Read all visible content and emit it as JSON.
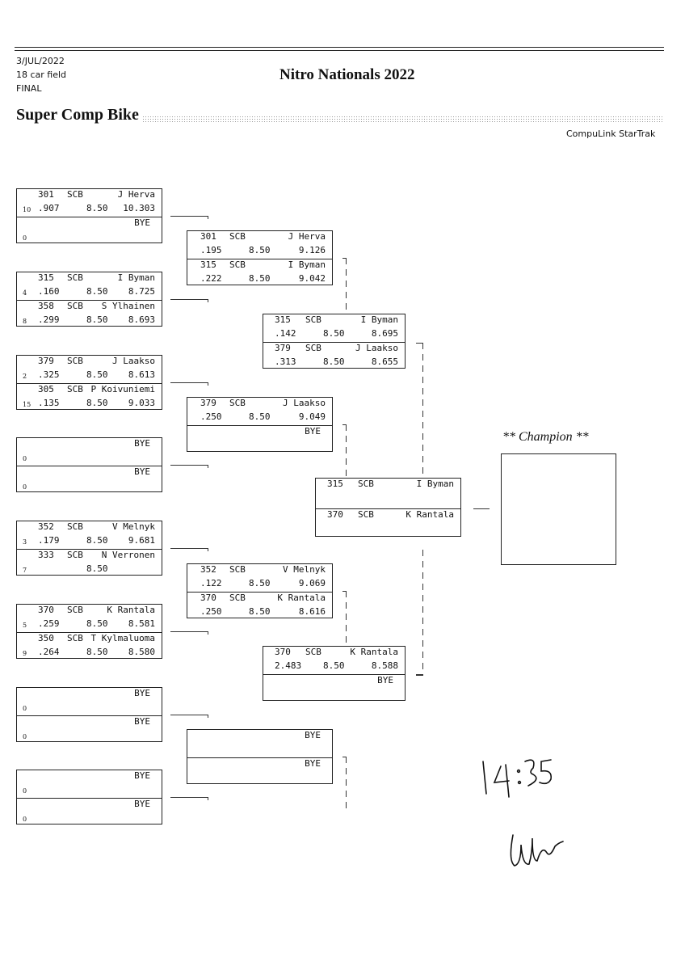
{
  "header": {
    "date": "3/JUL/2022",
    "field": "18 car field",
    "round": "FINAL",
    "title": "Nitro Nationals 2022",
    "event": "Super Comp Bike",
    "software": "CompuLink StarTrak"
  },
  "bye": "BYE",
  "r1": [
    {
      "a": {
        "num": "301",
        "cls": "SCB",
        "name": "J Herva",
        "seed": "10",
        "rt": ".907",
        "di": "8.50",
        "et": "10.303"
      },
      "b": {
        "bye": true,
        "seed": "0"
      }
    },
    {
      "a": {
        "num": "315",
        "cls": "SCB",
        "name": "I Byman",
        "seed": "4",
        "rt": ".160",
        "di": "8.50",
        "et": "8.725"
      },
      "b": {
        "num": "358",
        "cls": "SCB",
        "name": "S Ylhainen",
        "seed": "8",
        "rt": ".299",
        "di": "8.50",
        "et": "8.693"
      }
    },
    {
      "a": {
        "num": "379",
        "cls": "SCB",
        "name": "J Laakso",
        "seed": "2",
        "rt": ".325",
        "di": "8.50",
        "et": "8.613"
      },
      "b": {
        "num": "305",
        "cls": "SCB",
        "name": "P Koivuniemi",
        "seed": "15",
        "rt": ".135",
        "di": "8.50",
        "et": "9.033"
      }
    },
    {
      "a": {
        "bye": true,
        "seed": "0"
      },
      "b": {
        "bye": true,
        "seed": "0"
      }
    },
    {
      "a": {
        "num": "352",
        "cls": "SCB",
        "name": "V Melnyk",
        "seed": "3",
        "rt": ".179",
        "di": "8.50",
        "et": "9.681"
      },
      "b": {
        "num": "333",
        "cls": "SCB",
        "name": "N Verronen",
        "seed": "7",
        "rt": "",
        "di": "8.50",
        "et": ""
      }
    },
    {
      "a": {
        "num": "370",
        "cls": "SCB",
        "name": "K Rantala",
        "seed": "5",
        "rt": ".259",
        "di": "8.50",
        "et": "8.581"
      },
      "b": {
        "num": "350",
        "cls": "SCB",
        "name": "T Kylmaluoma",
        "seed": "9",
        "rt": ".264",
        "di": "8.50",
        "et": "8.580"
      }
    },
    {
      "a": {
        "bye": true,
        "seed": "0"
      },
      "b": {
        "bye": true,
        "seed": "0"
      }
    },
    {
      "a": {
        "bye": true,
        "seed": "0"
      },
      "b": {
        "bye": true,
        "seed": "0"
      }
    }
  ],
  "r2": [
    {
      "a": {
        "num": "301",
        "cls": "SCB",
        "name": "J Herva",
        "rt": ".195",
        "di": "8.50",
        "et": "9.126"
      },
      "b": {
        "num": "315",
        "cls": "SCB",
        "name": "I Byman",
        "rt": ".222",
        "di": "8.50",
        "et": "9.042"
      }
    },
    {
      "a": {
        "num": "379",
        "cls": "SCB",
        "name": "J Laakso",
        "rt": ".250",
        "di": "8.50",
        "et": "9.049"
      },
      "b": {
        "bye": true
      }
    },
    {
      "a": {
        "num": "352",
        "cls": "SCB",
        "name": "V Melnyk",
        "rt": ".122",
        "di": "8.50",
        "et": "9.069"
      },
      "b": {
        "num": "370",
        "cls": "SCB",
        "name": "K Rantala",
        "rt": ".250",
        "di": "8.50",
        "et": "8.616"
      }
    },
    {
      "a": {
        "bye": true
      },
      "b": {
        "bye": true
      }
    }
  ],
  "r3": [
    {
      "a": {
        "num": "315",
        "cls": "SCB",
        "name": "I Byman",
        "rt": ".142",
        "di": "8.50",
        "et": "8.695"
      },
      "b": {
        "num": "379",
        "cls": "SCB",
        "name": "J Laakso",
        "rt": ".313",
        "di": "8.50",
        "et": "8.655"
      }
    },
    {
      "a": {
        "num": "370",
        "cls": "SCB",
        "name": "K Rantala",
        "rt": "2.483",
        "di": "8.50",
        "et": "8.588"
      },
      "b": {
        "bye": true
      }
    }
  ],
  "final": {
    "a": {
      "num": "315",
      "cls": "SCB",
      "name": "I Byman"
    },
    "b": {
      "num": "370",
      "cls": "SCB",
      "name": "K Rantala"
    }
  },
  "champion_label": "** Champion **",
  "handwritten": {
    "time": "14:35",
    "initials": "signature"
  }
}
